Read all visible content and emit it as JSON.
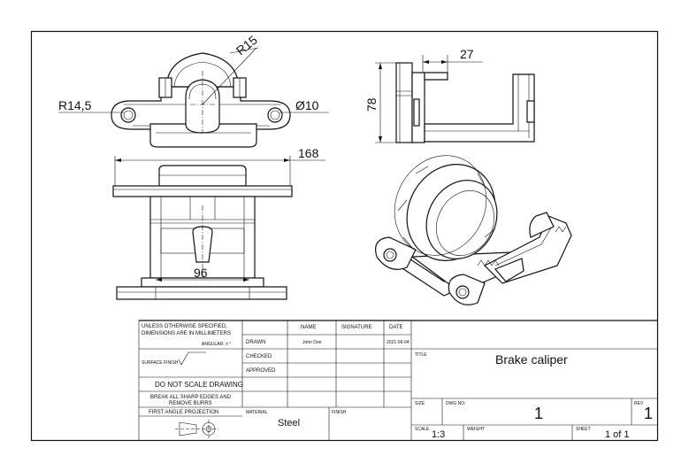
{
  "dimensions": {
    "radius_top": "R15",
    "radius_left": "R14,5",
    "hole_dia": "Ø10",
    "width_top": "27",
    "height_side": "78",
    "overall_width": "168",
    "inner_width": "96"
  },
  "title_block": {
    "general_notes": {
      "units_line1": "UNLESS OTHERWISE SPECIFIED,",
      "units_line2": "DIMENSIONS ARE IN MILLIMETERS",
      "angular": "ANGULAR: ± °",
      "surface_finish": "SURFACE FINISH",
      "do_not_scale": "DO NOT SCALE DRAWING",
      "edges_line1": "BREAK ALL SHARP EDGES AND",
      "edges_line2": "REMOVE BURRS",
      "projection": "FIRST ANGLE PROJECTION"
    },
    "headers": {
      "name": "NAME",
      "signature": "SIGNATURE",
      "date": "DATE"
    },
    "rows": {
      "drawn": "DRAWN",
      "checked": "CHECKED",
      "approved": "APPROVED",
      "drawn_name": "John Doe",
      "drawn_date": "2021-06-04"
    },
    "material_label": "MATERIAL",
    "material": "Steel",
    "finish_label": "FINISH",
    "title_label": "TITLE",
    "title": "Brake caliper",
    "size_label": "SIZE",
    "dwg_no_label": "DWG NO.",
    "dwg_no": "1",
    "rev_label": "REV",
    "rev": "1",
    "scale_label": "SCALE",
    "scale": "1:3",
    "weight_label": "WEIGHT",
    "sheet_label": "SHEET",
    "sheet": "1 of 1"
  }
}
